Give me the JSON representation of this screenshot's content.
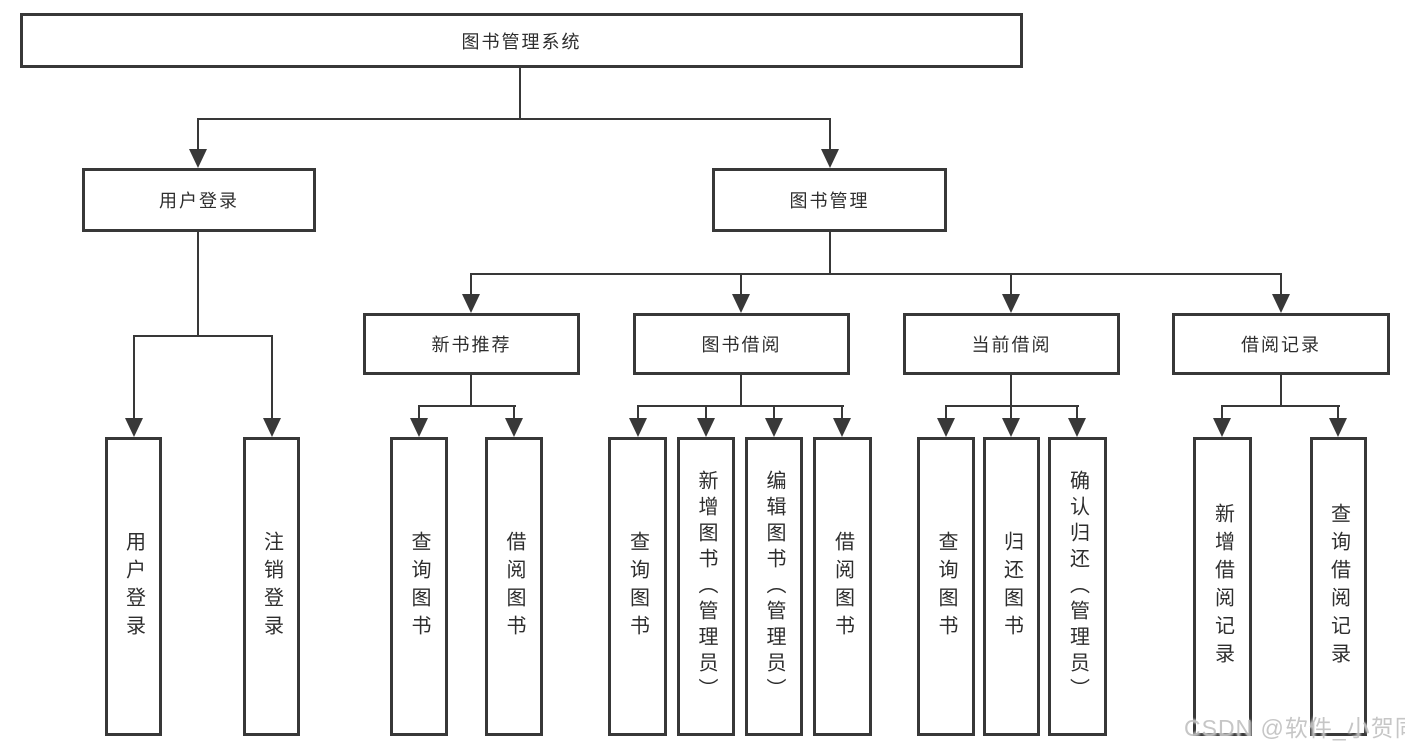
{
  "diagram": {
    "root": {
      "label": "图书管理系统"
    },
    "level2": [
      {
        "label": "用户登录"
      },
      {
        "label": "图书管理"
      }
    ],
    "level3": [
      {
        "label": "新书推荐"
      },
      {
        "label": "图书借阅"
      },
      {
        "label": "当前借阅"
      },
      {
        "label": "借阅记录"
      }
    ],
    "leaves": [
      {
        "label": "用户登录"
      },
      {
        "label": "注销登录"
      },
      {
        "label": "查询图书"
      },
      {
        "label": "借阅图书"
      },
      {
        "label": "查询图书"
      },
      {
        "label": "新增图书（管理员）"
      },
      {
        "label": "编辑图书（管理员）"
      },
      {
        "label": "借阅图书"
      },
      {
        "label": "查询图书"
      },
      {
        "label": "归还图书"
      },
      {
        "label": "确认归还（管理员）"
      },
      {
        "label": "新增借阅记录"
      },
      {
        "label": "查询借阅记录"
      }
    ]
  },
  "watermark": {
    "text": "CSDN @软件_小贺同学"
  },
  "colors": {
    "line": "#383838",
    "text": "#2e2e2e",
    "background": "#ffffff",
    "watermark": "#c2c2c2"
  }
}
